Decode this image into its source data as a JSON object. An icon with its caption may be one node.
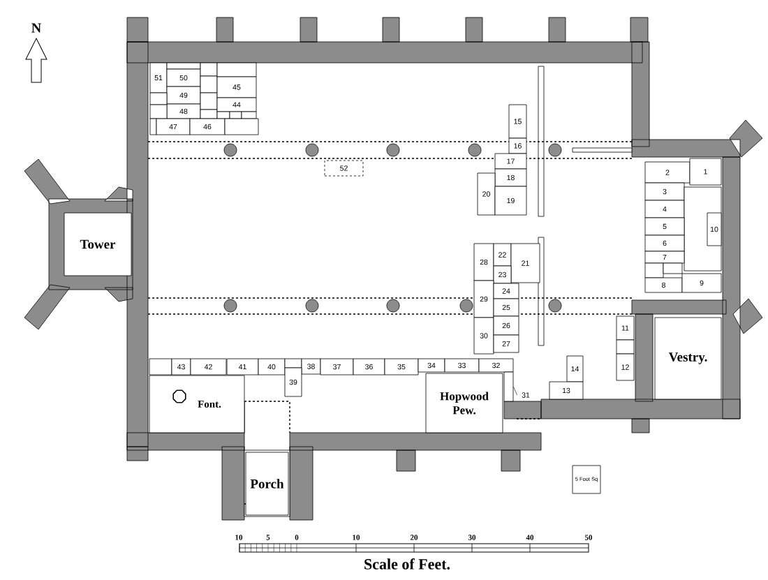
{
  "diagram": {
    "nodes": [
      {
        "text": [
          "51"
        ]
      },
      {
        "text": [],
        "shape": "box"
      },
      {
        "text": [
          "50"
        ]
      },
      {
        "text": [
          "49"
        ]
      },
      {
        "text": [
          "48"
        ]
      },
      {
        "text": [],
        "shape": "box"
      },
      {
        "text": [],
        "shape": "box"
      },
      {
        "text": [],
        "shape": "box"
      },
      {
        "text": [],
        "shape": "box"
      },
      {
        "text": [],
        "shape": "box"
      },
      {
        "text": [],
        "shape": "box"
      },
      {
        "text": [],
        "shape": "box"
      },
      {
        "text": [
          "45"
        ]
      },
      {
        "text": [
          "44"
        ]
      },
      {
        "text": [],
        "shape": "box"
      },
      {
        "text": [],
        "shape": "box"
      },
      {
        "text": [],
        "shape": "box"
      },
      {
        "text": [],
        "shape": "box"
      },
      {
        "text": [
          "47"
        ]
      },
      {
        "text": [
          "46"
        ]
      },
      {
        "text": [],
        "shape": "box"
      },
      {
        "text": [
          "52"
        ]
      },
      {
        "text": [
          "15"
        ]
      },
      {
        "text": [
          "16"
        ]
      },
      {
        "text": [
          "17"
        ]
      },
      {
        "text": [
          "18"
        ]
      },
      {
        "text": [
          "20"
        ]
      },
      {
        "text": [
          "19"
        ]
      },
      {
        "text": [
          "Tower"
        ]
      },
      {
        "text": [
          "2"
        ]
      },
      {
        "text": [
          "1"
        ]
      },
      {
        "text": [
          "3"
        ]
      },
      {
        "text": [
          "4"
        ]
      },
      {
        "text": [],
        "shape": "box"
      },
      {
        "text": [
          "10"
        ],
        "in": 33
      },
      {
        "text": [
          "5"
        ]
      },
      {
        "text": [
          "6"
        ]
      },
      {
        "text": [
          "7"
        ]
      },
      {
        "text": [
          "28"
        ]
      },
      {
        "text": [
          "22"
        ]
      },
      {
        "text": [
          "21"
        ]
      },
      {
        "text": [
          "23"
        ]
      },
      {
        "text": [],
        "shape": "box"
      },
      {
        "text": [],
        "shape": "box"
      },
      {
        "text": [
          "8"
        ]
      },
      {
        "text": [
          "9"
        ]
      },
      {
        "text": [
          "29"
        ]
      },
      {
        "text": [
          "24"
        ]
      },
      {
        "text": [
          "25"
        ]
      },
      {
        "text": [
          "11"
        ]
      },
      {
        "text": [
          "Vestry."
        ]
      },
      {
        "text": [
          "30"
        ]
      },
      {
        "text": [
          "26"
        ]
      },
      {
        "text": [
          "27"
        ]
      },
      {
        "text": [],
        "shape": "box"
      },
      {
        "text": [],
        "shape": "box"
      },
      {
        "text": [
          "43"
        ]
      },
      {
        "text": [
          "42"
        ]
      },
      {
        "text": [
          "41"
        ]
      },
      {
        "text": [
          "40"
        ]
      },
      {
        "text": [],
        "shape": "box"
      },
      {
        "text": [
          "38"
        ]
      },
      {
        "text": [
          "37"
        ]
      },
      {
        "text": [
          "36"
        ]
      },
      {
        "text": [
          "35"
        ]
      },
      {
        "text": [
          "34"
        ]
      },
      {
        "text": [
          "33"
        ]
      },
      {
        "text": [
          "32"
        ]
      },
      {
        "text": [
          "39"
        ]
      },
      {
        "text": [
          "12"
        ]
      },
      {
        "text": [
          "14"
        ]
      },
      {
        "text": [
          "Font."
        ]
      },
      {
        "text": [
          "Hopwood Pew."
        ]
      },
      {
        "text": [],
        "shape": "box"
      },
      {
        "text": [
          "31"
        ]
      },
      {
        "text": [
          "13"
        ]
      },
      {
        "text": [
          "Porch"
        ]
      },
      {
        "text": [
          "5 Foot Sq"
        ]
      }
    ],
    "edges": [
      {
        "from": 74,
        "to": 73,
        "arrow": "none"
      }
    ],
    "labels": [
      "N",
      "10",
      "5",
      "0",
      "10",
      "20",
      "30",
      "40",
      "50",
      "Scale of Feet."
    ]
  }
}
